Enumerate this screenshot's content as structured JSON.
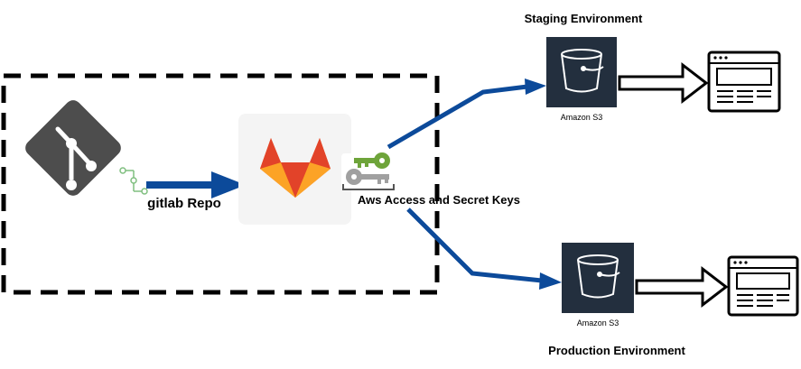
{
  "labels": {
    "staging_title": "Staging Environment",
    "production_title": "Production Environment",
    "gitlab_repo": "gitlab Repo",
    "keys": "Aws Access and Secret Keys",
    "s3_staging": "Amazon S3",
    "s3_production": "Amazon S3"
  },
  "icons": {
    "git": "git-logo-icon",
    "gitlab": "gitlab-fox-icon",
    "keys": "keys-icon",
    "s3": "s3-bucket-icon",
    "webpage": "webpage-icon"
  },
  "colors": {
    "arrow_blue": "#0c4a9a",
    "git_gray": "#4d4d4d",
    "s3_dark": "#232f3e",
    "gitlab_red": "#e24329",
    "gitlab_orange": "#fc6d26",
    "gitlab_yellow": "#fca326",
    "key_green": "#6ea43a"
  }
}
